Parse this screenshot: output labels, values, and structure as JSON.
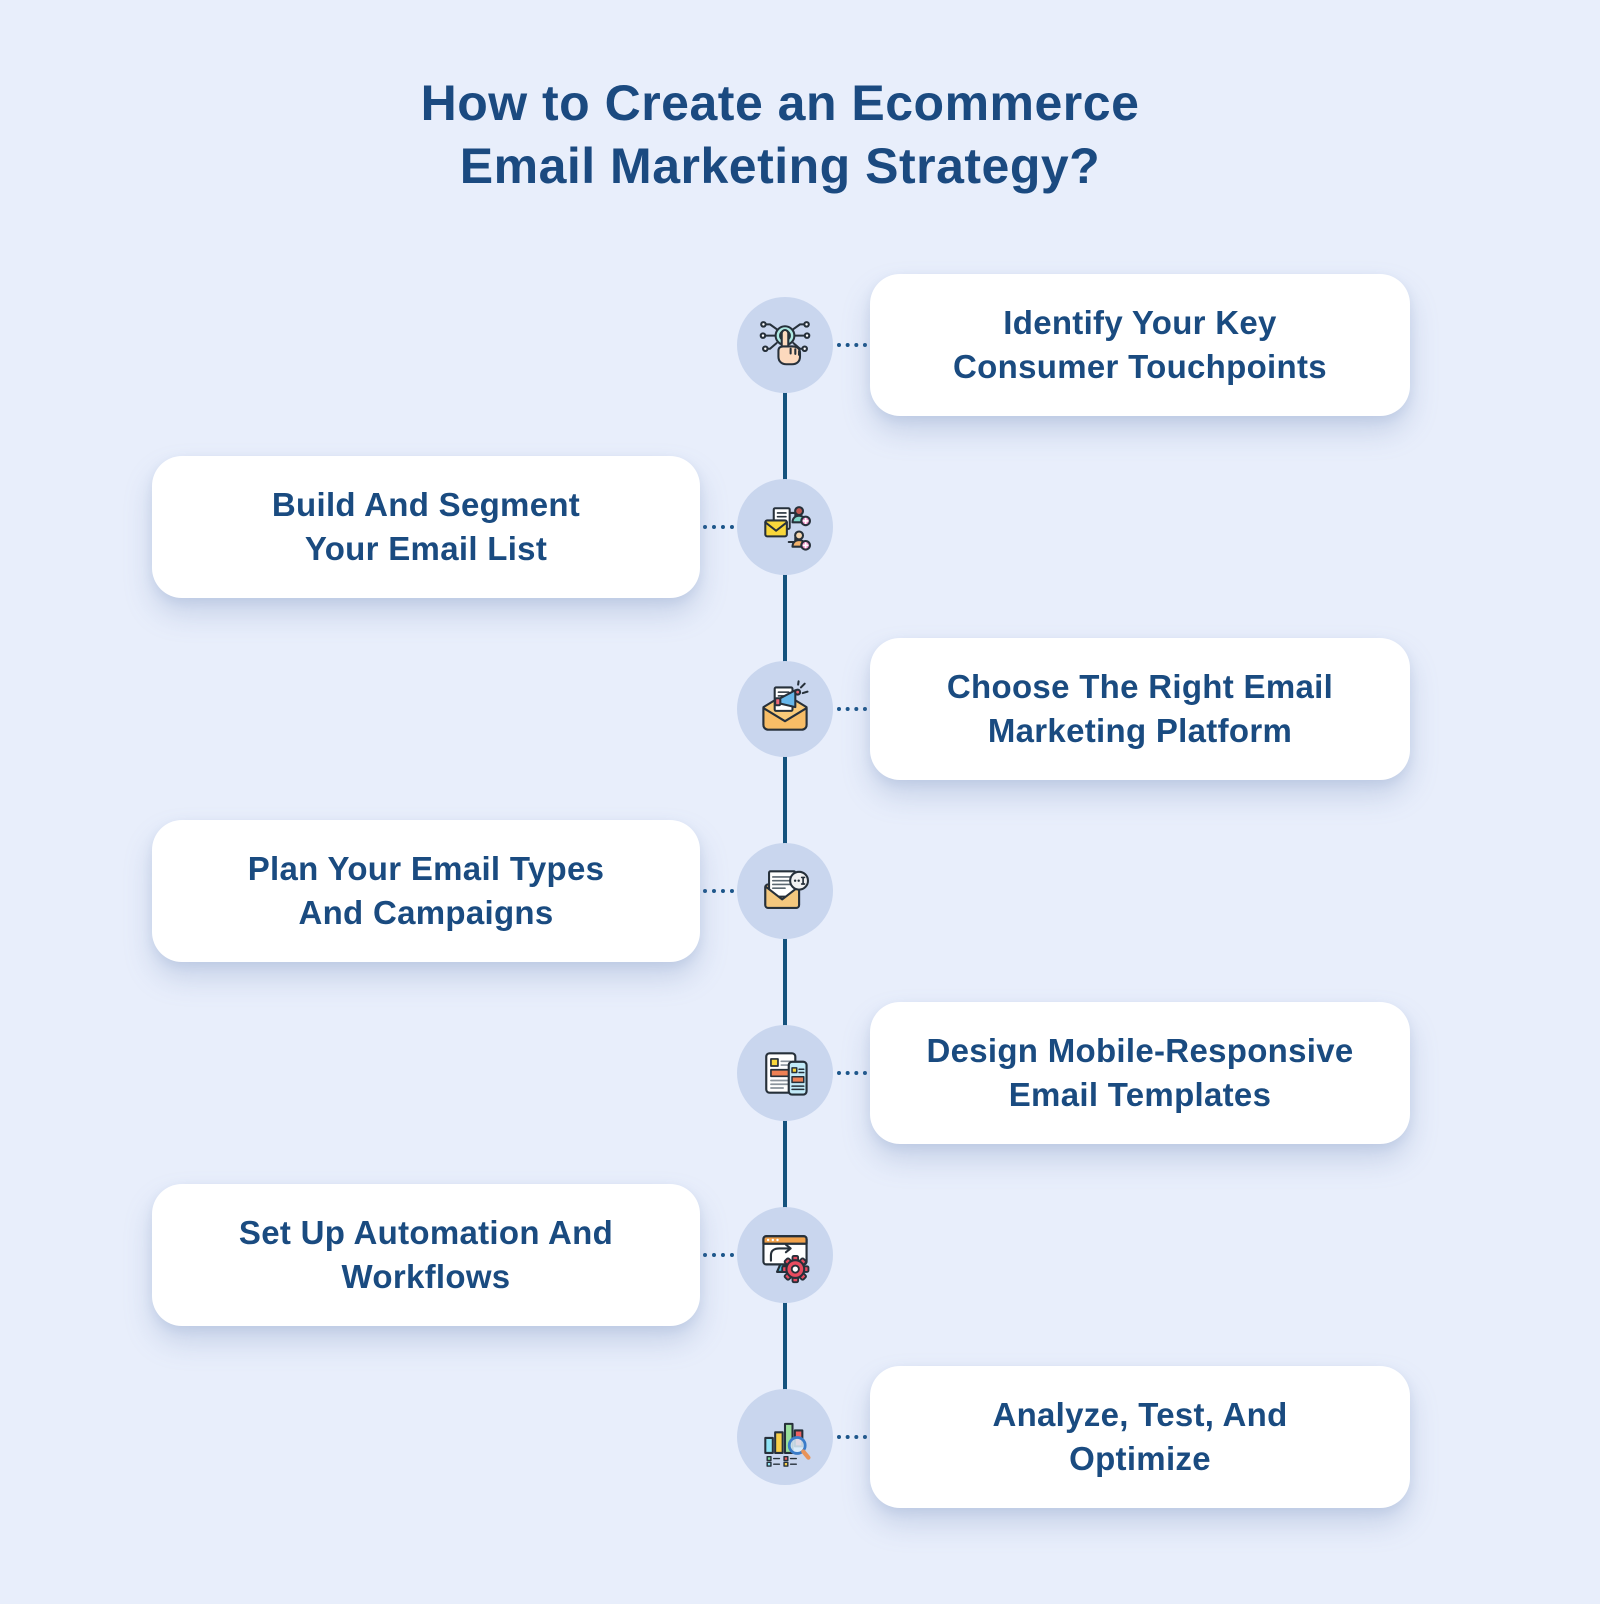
{
  "title": {
    "text": "How to Create an Ecommerce\nEmail Marketing Strategy?"
  },
  "colors": {
    "background": "#e8eefb",
    "heading_navy": "#1b4a80",
    "card_text_navy": "#1a4b80",
    "timeline_line": "#14527d",
    "connector_dots": "#1c568a",
    "node_circle_fill": "#c9d6ee",
    "card_fill": "#ffffff"
  },
  "steps": [
    {
      "label": "Identify Your Key\nConsumer Touchpoints",
      "side": "right",
      "icon": "touchpoint-icon"
    },
    {
      "label": "Build And Segment\nYour Email List",
      "side": "left",
      "icon": "email-segmentation-icon"
    },
    {
      "label": "Choose The Right Email\nMarketing Platform",
      "side": "right",
      "icon": "email-megaphone-icon"
    },
    {
      "label": "Plan Your Email Types\nAnd Campaigns",
      "side": "left",
      "icon": "email-content-icon"
    },
    {
      "label": "Design Mobile-Responsive\nEmail Templates",
      "side": "right",
      "icon": "responsive-devices-icon"
    },
    {
      "label": "Set Up Automation And\nWorkflows",
      "side": "left",
      "icon": "automation-gear-icon"
    },
    {
      "label": "Analyze, Test, And\nOptimize",
      "side": "right",
      "icon": "analytics-magnifier-icon"
    }
  ]
}
